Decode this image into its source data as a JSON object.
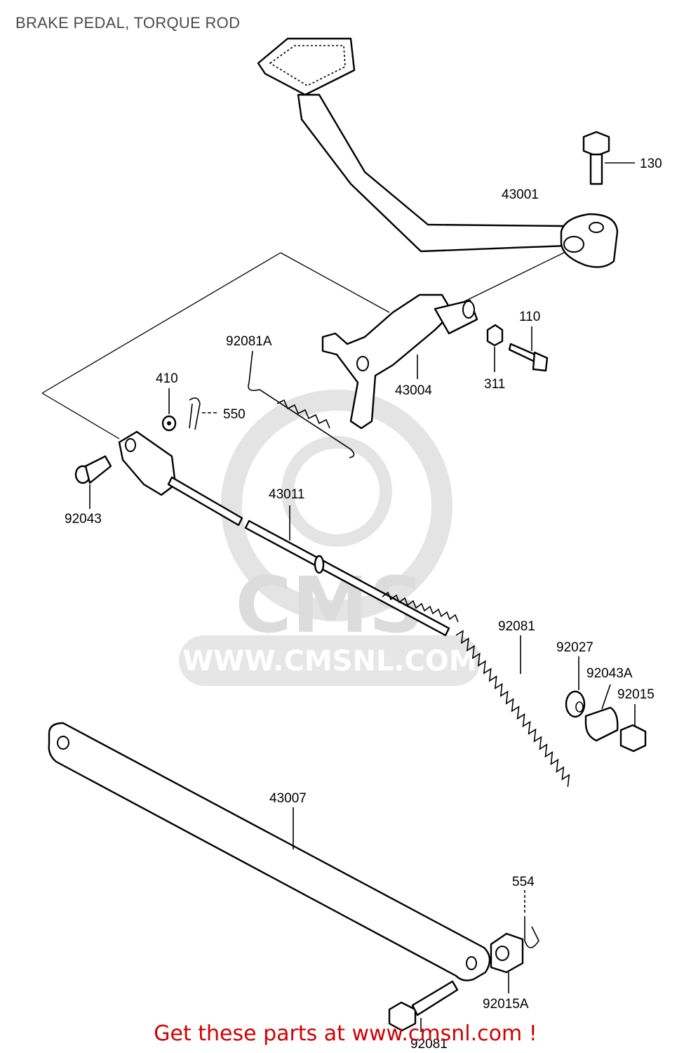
{
  "title": "BRAKE PEDAL, TORQUE ROD",
  "watermark": {
    "brand": "CMS",
    "url": "WWW.CMSNL.COM"
  },
  "footer": "Get these parts at www.cmsnl.com !",
  "labels": {
    "p130": "130",
    "p43001": "43001",
    "p110": "110",
    "p92081A": "92081A",
    "p43004": "43004",
    "p311": "311",
    "p410": "410",
    "p550": "550",
    "p92043": "92043",
    "p43011": "43011",
    "p92081": "92081",
    "p92027": "92027",
    "p92043A": "92043A",
    "p92015": "92015",
    "p43007": "43007",
    "p554": "554",
    "p92015A": "92015A",
    "p92081b": "92081"
  },
  "colors": {
    "footer": "#d10000",
    "watermark": "#dcdcdc",
    "ink": "#000000"
  }
}
